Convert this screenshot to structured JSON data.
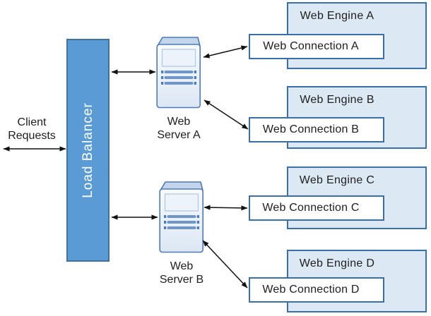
{
  "diagram": {
    "client_label": "Client\nRequests",
    "load_balancer_label": "Load Balancer",
    "servers": [
      {
        "label": "Web\nServer A"
      },
      {
        "label": "Web\nServer B"
      }
    ],
    "engines": [
      {
        "title": "Web Engine A",
        "connection_label": "Web Connection A"
      },
      {
        "title": "Web Engine B",
        "connection_label": "Web Connection B"
      },
      {
        "title": "Web Engine C",
        "connection_label": "Web Connection C"
      },
      {
        "title": "Web Engine D",
        "connection_label": "Web Connection D"
      }
    ]
  },
  "colors": {
    "lb-fill": "#5B9BD5",
    "lb-border": "#41719C",
    "engine-fill": "#DCE9F5",
    "box-border": "#3B6FA5",
    "connection-fill": "#FFFFFF",
    "arrow": "#111111",
    "text": "#1E1E1E",
    "lb-text": "#FFFFFF"
  }
}
